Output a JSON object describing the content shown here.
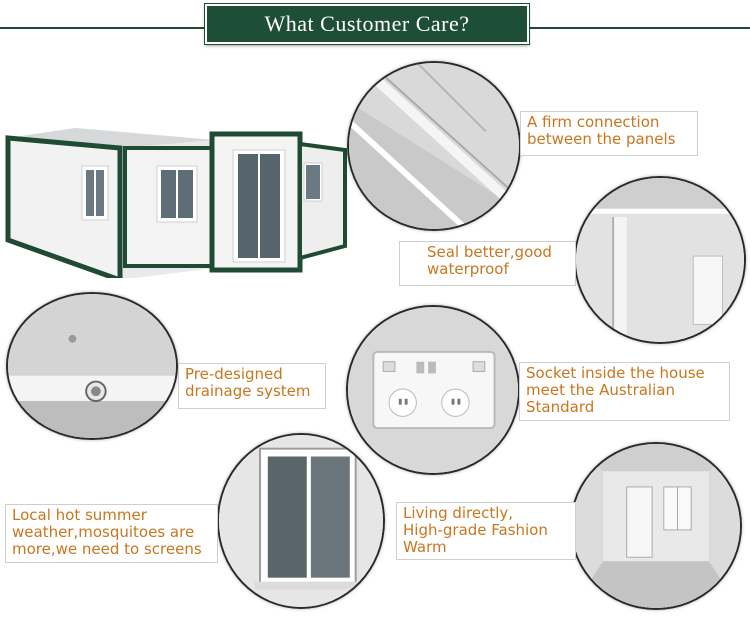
{
  "title": "What Customer Care?",
  "features": [
    {
      "lines": [
        "A firm connection",
        "between the panels"
      ]
    },
    {
      "lines": [
        "Seal better,good",
        "waterproof"
      ]
    },
    {
      "lines": [
        "Pre-designed",
        "drainage system"
      ]
    },
    {
      "lines": [
        "Socket inside the house",
        "meet the Australian",
        "Standard"
      ]
    },
    {
      "lines": [
        "Local hot summer",
        "weather,mosquitoes are",
        "more,we need to screens"
      ]
    },
    {
      "lines": [
        "Living directly,",
        "High-grade Fashion",
        "Warm"
      ]
    }
  ],
  "colors": {
    "title_bg": "#1f4e36",
    "label_text": "#c9761f",
    "house_trim": "#1f4a33"
  }
}
